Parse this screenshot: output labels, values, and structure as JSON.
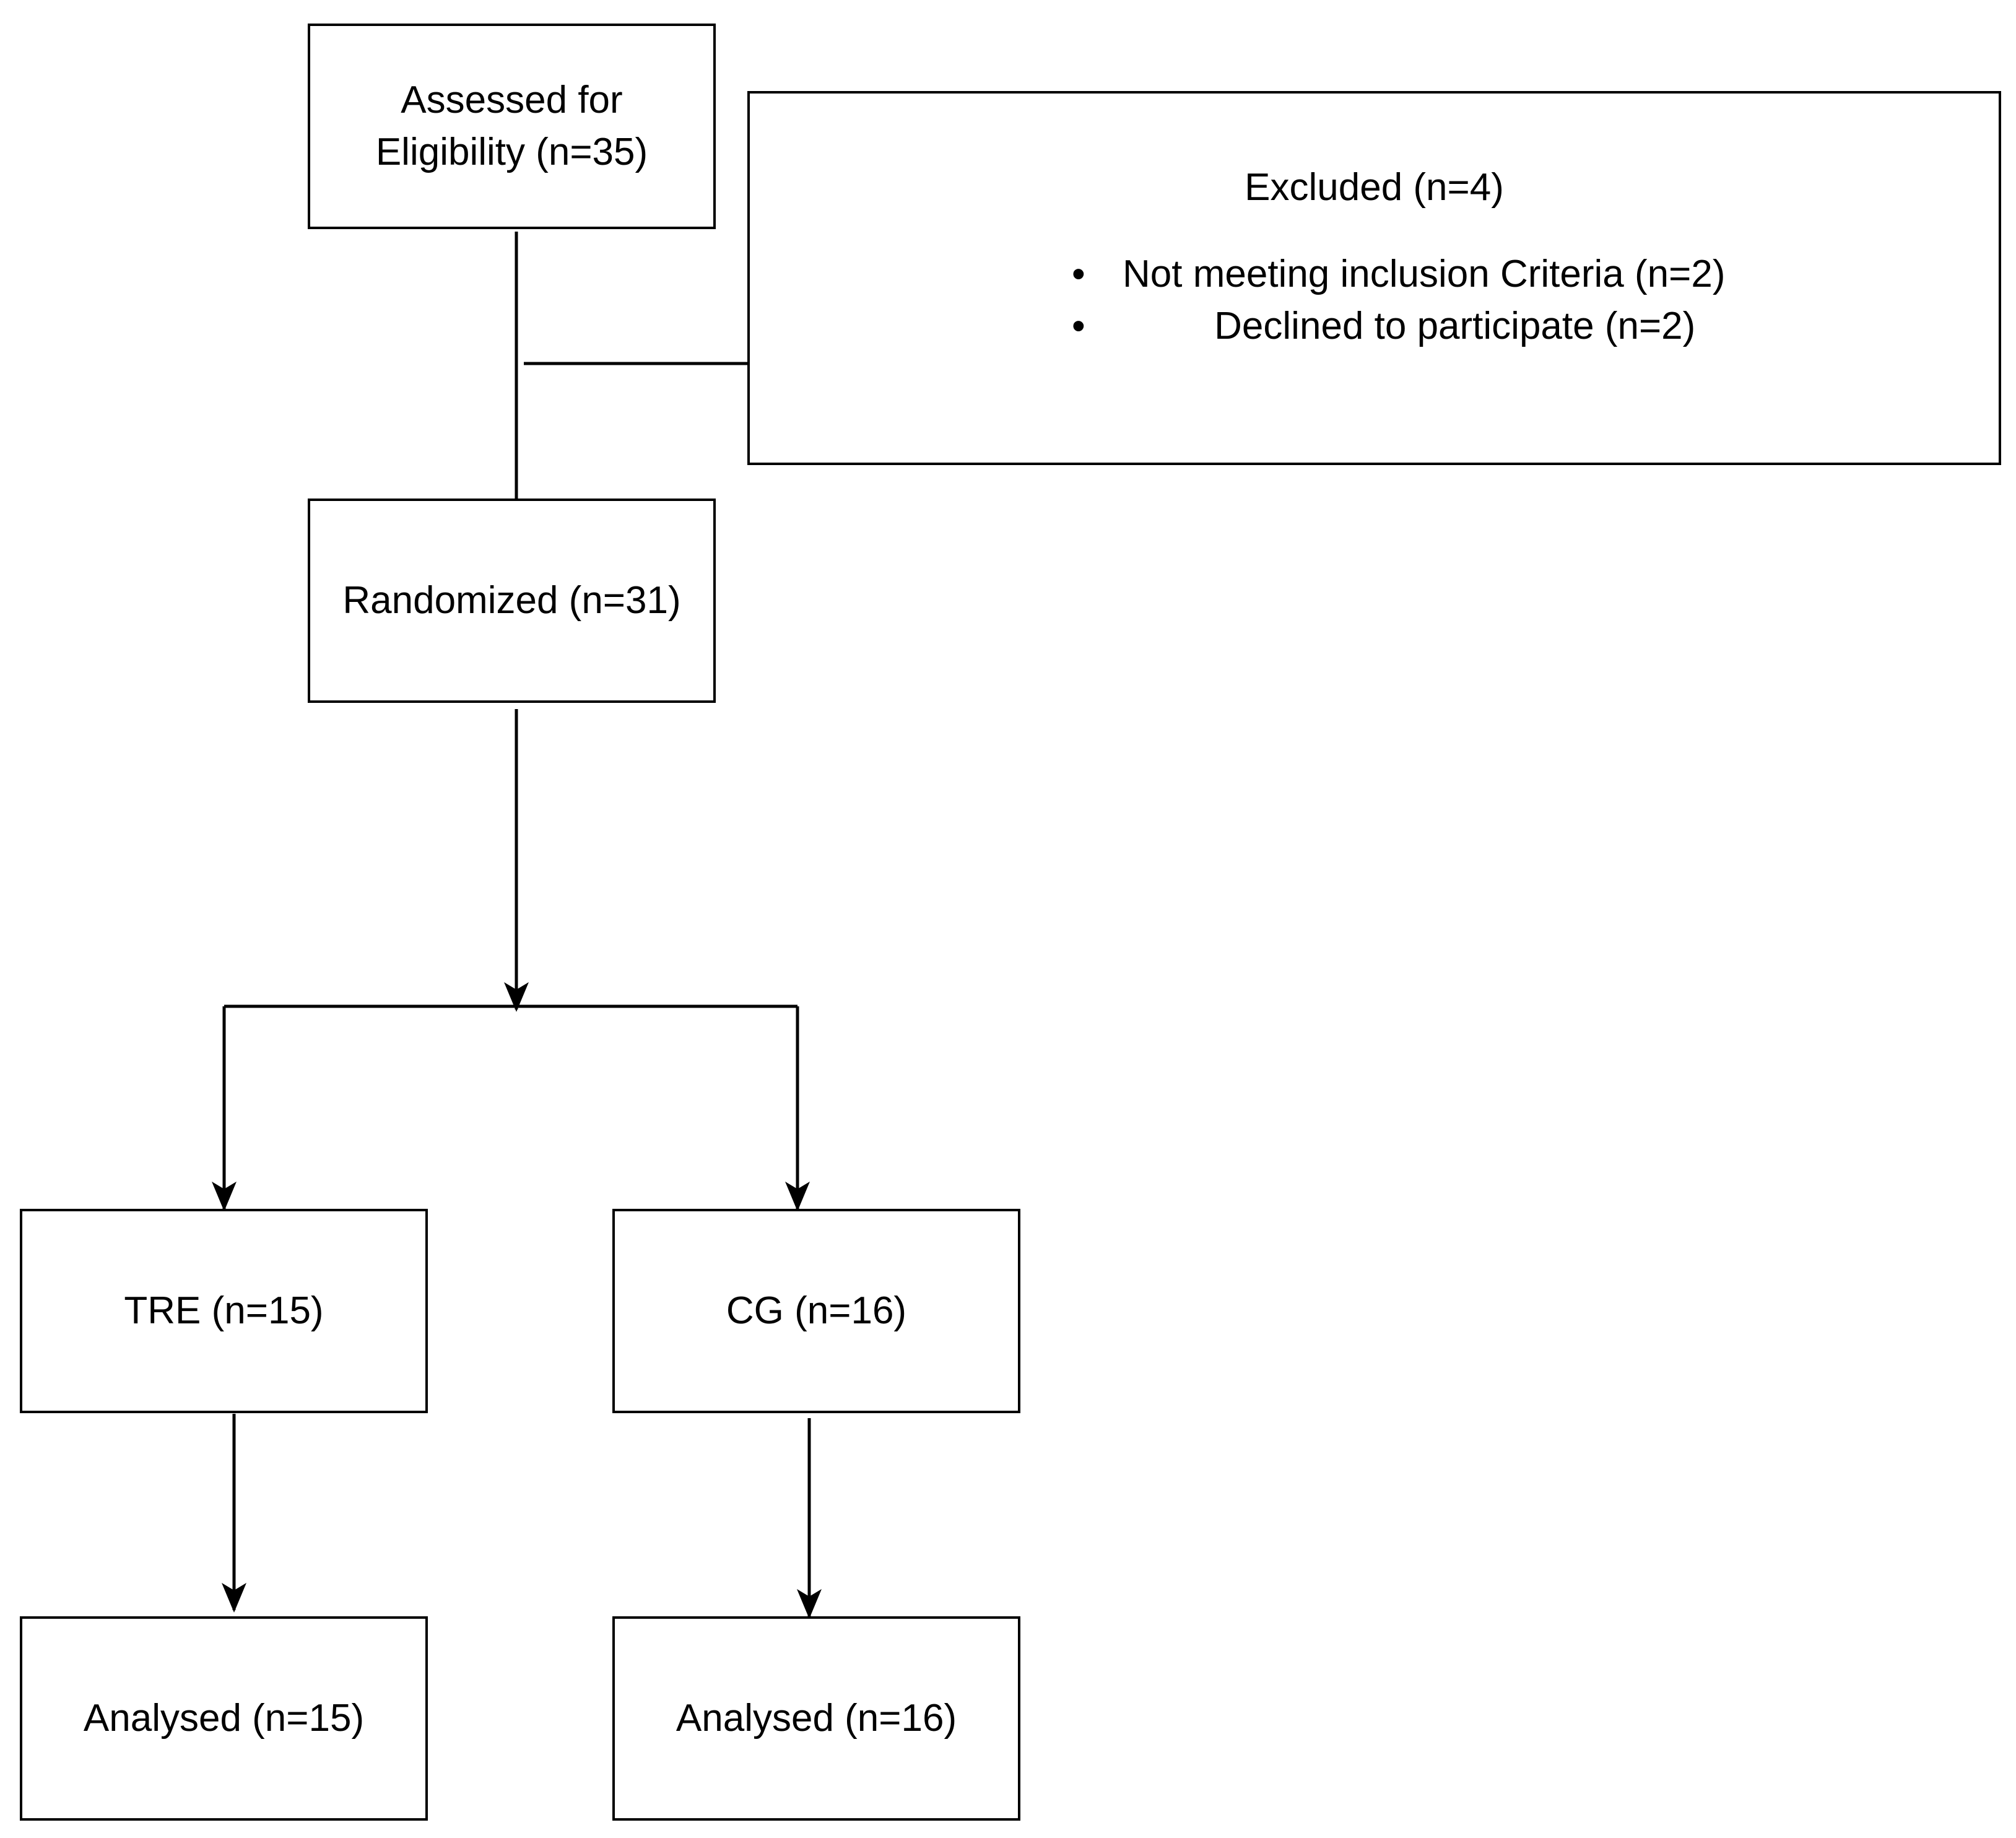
{
  "nodes": {
    "assessed": {
      "line1": "Assessed for",
      "line2": "Eligibility (n=35)"
    },
    "excluded": {
      "title": "Excluded (n=4)",
      "reasons": [
        "Not meeting inclusion Criteria (n=2)",
        "Declined to participate (n=2)"
      ]
    },
    "randomized": {
      "label": "Randomized (n=31)"
    },
    "tre": {
      "label": "TRE (n=15)"
    },
    "cg": {
      "label": "CG (n=16)"
    },
    "analysed_tre": {
      "label": "Analysed (n=15)"
    },
    "analysed_cg": {
      "label": "Analysed (n=16)"
    }
  },
  "edges": [
    {
      "from": "assessed",
      "to": "randomized",
      "arrow": false
    },
    {
      "from": "assessed",
      "to": "excluded",
      "arrow": false
    },
    {
      "from": "randomized",
      "to": "tre",
      "arrow": true
    },
    {
      "from": "randomized",
      "to": "cg",
      "arrow": true
    },
    {
      "from": "tre",
      "to": "analysed_tre",
      "arrow": true
    },
    {
      "from": "cg",
      "to": "analysed_cg",
      "arrow": true
    }
  ],
  "colors": {
    "stroke": "#000000",
    "background": "#ffffff"
  }
}
